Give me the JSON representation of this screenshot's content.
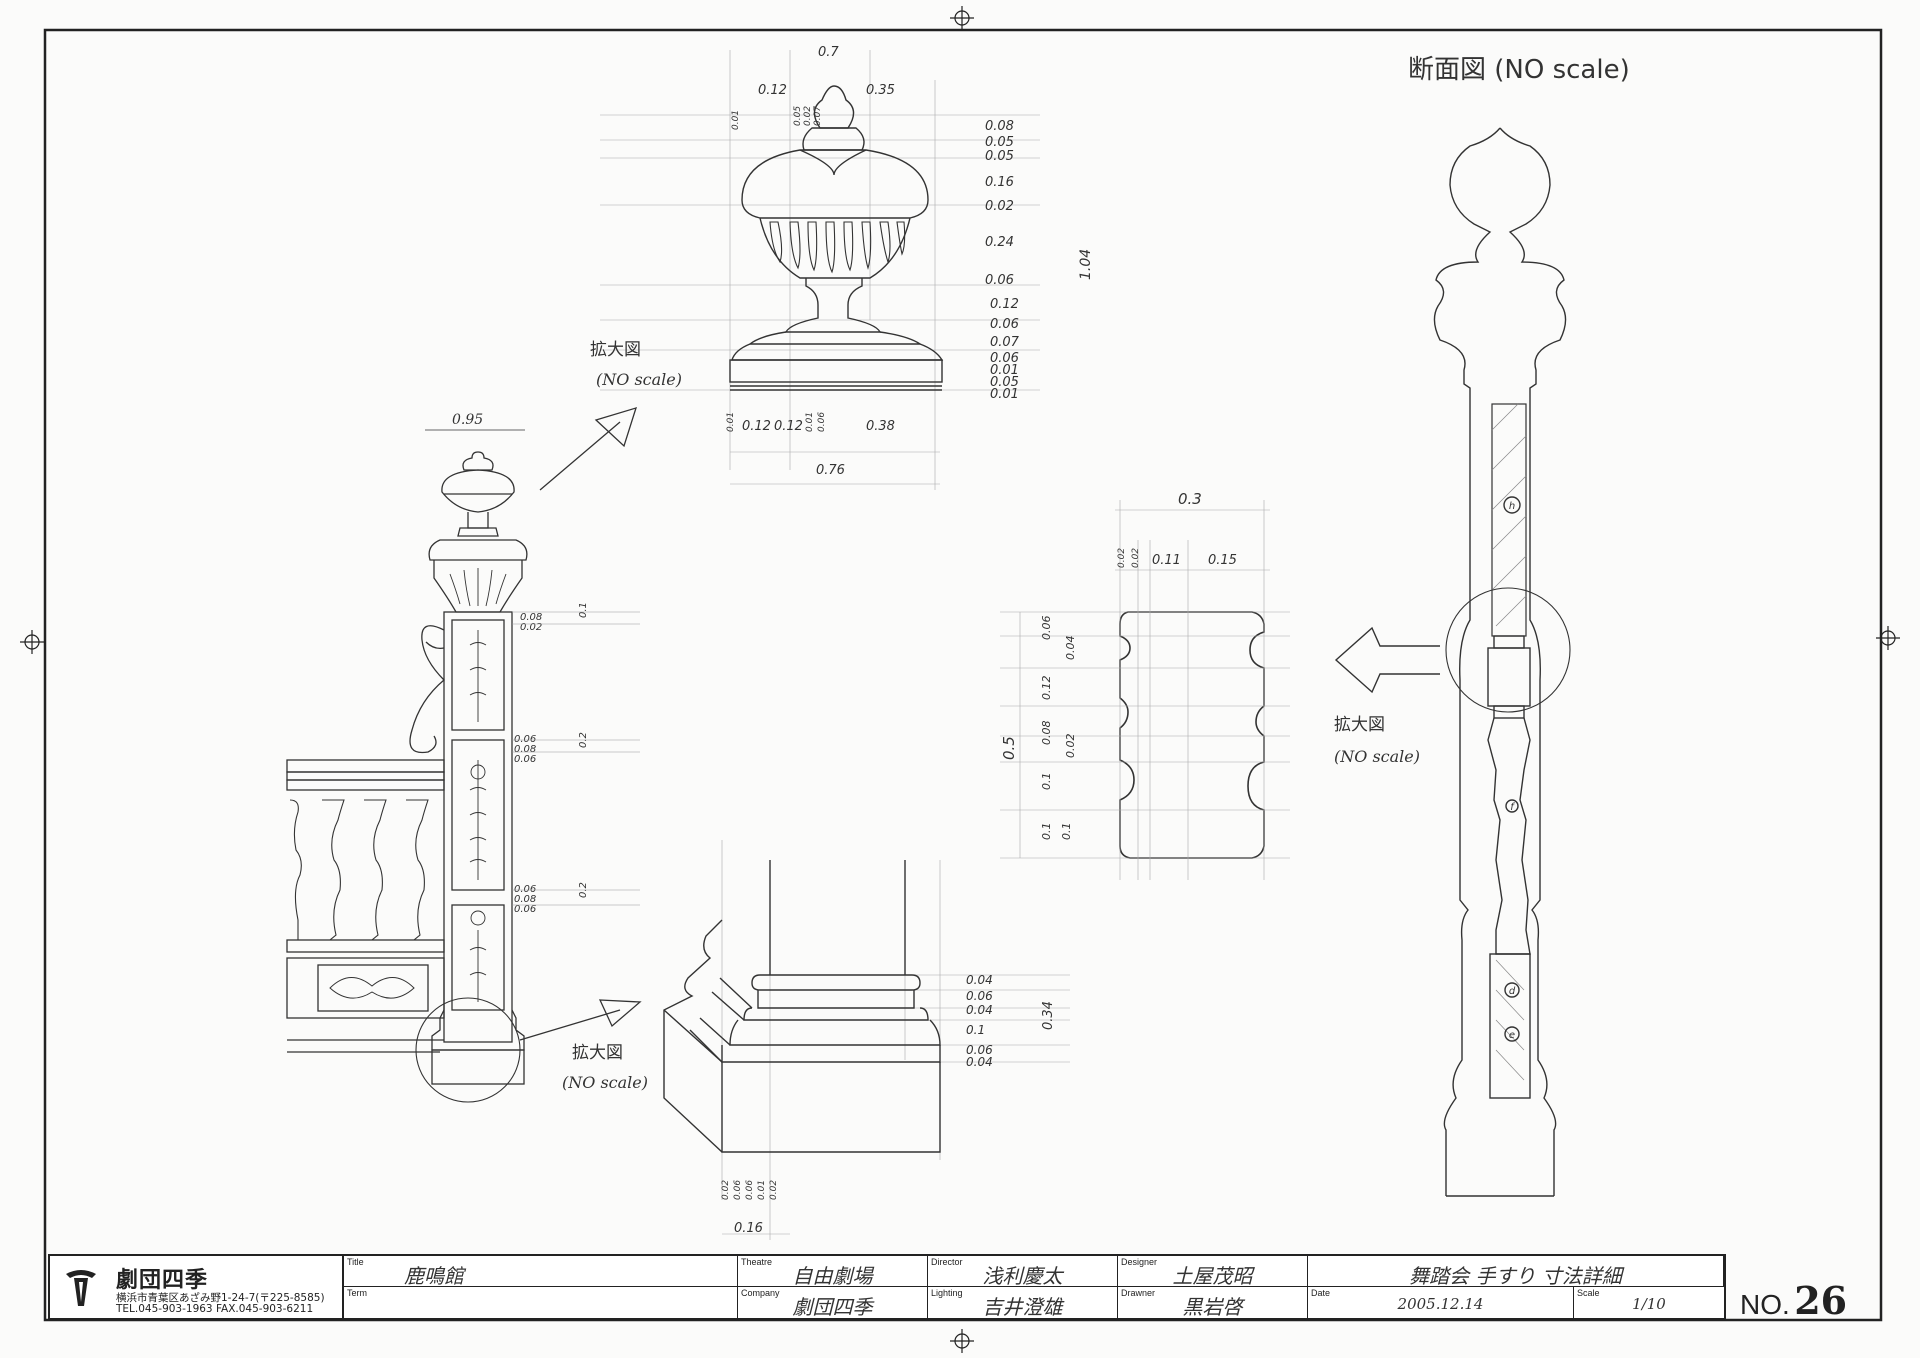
{
  "drawing": {
    "section_label": "断面図 (NO scale)",
    "enlarge_labels": [
      "拡大図",
      "拡大図",
      "拡大図"
    ],
    "no_scale_labels": [
      "(NO scale)",
      "(NO scale)",
      "(NO scale)"
    ],
    "finial_dims": [
      "0.7",
      "0.12",
      "0.35",
      "0.01",
      "0.05",
      "0.02",
      "0.07",
      "0.08",
      "0.05",
      "0.05",
      "0.16",
      "0.02",
      "0.24",
      "1.04",
      "0.06",
      "0.12",
      "0.06",
      "0.07",
      "0.06",
      "0.01",
      "0.05",
      "0.01",
      "0.01",
      "0.12",
      "0.12",
      "0.01",
      "0.06",
      "0.38",
      "0.76"
    ],
    "post_dims": [
      "0.95",
      "0.08",
      "0.02",
      "0.1",
      "0.06",
      "0.08",
      "0.06",
      "0.2",
      "0.06",
      "0.08",
      "0.06",
      "0.2"
    ],
    "rail_dims": [
      "0.3",
      "0.02",
      "0.02",
      "0.11",
      "0.15",
      "0.06",
      "0.04",
      "0.12",
      "0.08",
      "0.02",
      "0.5",
      "0.1",
      "0.1",
      "0.1"
    ],
    "base_dims": [
      "0.04",
      "0.06",
      "0.04",
      "0.34",
      "0.1",
      "0.06",
      "0.04",
      "0.02",
      "0.06",
      "0.06",
      "0.01",
      "0.02",
      "0.16"
    ],
    "section_marks": [
      "h",
      "f",
      "d",
      "e"
    ]
  },
  "title_block": {
    "company_name": "劇団四季",
    "company_address": "横浜市青葉区あざみ野1-24-7(〒225-8585)",
    "company_phone": "TEL.045-903-1963  FAX.045-903-6211",
    "title_label": "Title",
    "title_value": "鹿鳴館",
    "term_label": "Term",
    "theatre_label": "Theatre",
    "theatre_value": "自由劇場",
    "company_label": "Company",
    "company_value": "劇団四季",
    "director_label": "Director",
    "director_value": "浅利慶太",
    "lighting_label": "Lighting",
    "lighting_value": "吉井澄雄",
    "designer_label": "Designer",
    "designer_value": "土屋茂昭",
    "drawner_label": "Drawner",
    "drawner_value": "黒岩啓",
    "subject_value": "舞踏会 手すり 寸法詳細",
    "date_label": "Date",
    "date_value": "2005.12.14",
    "scale_label": "Scale",
    "scale_value": "1/10",
    "sheet_no_label": "NO.",
    "sheet_no_value": "26"
  }
}
